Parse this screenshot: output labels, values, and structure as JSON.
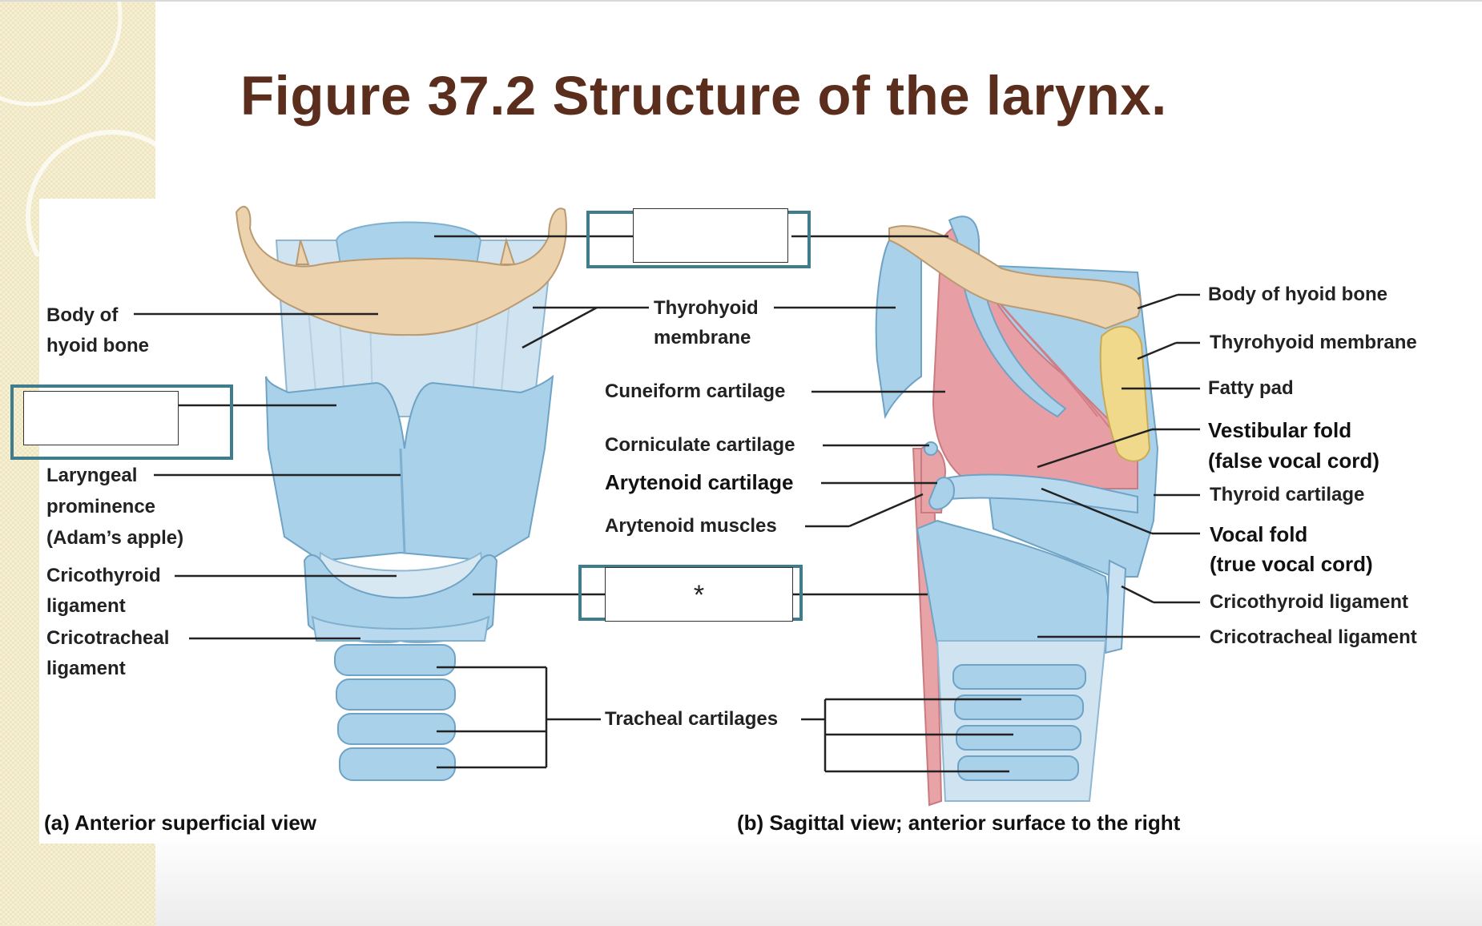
{
  "title": "Figure 37.2 Structure of the larynx.",
  "view_a": {
    "caption": "(a) Anterior superficial view",
    "labels": {
      "hyoid_line1": "Body of",
      "hyoid_line2": "hyoid bone",
      "laryngeal_line1": "Laryngeal",
      "laryngeal_line2": "prominence",
      "laryngeal_line3": "(Adam’s apple)",
      "cricothyroid_line1": "Cricothyroid",
      "cricothyroid_line2": "ligament",
      "cricotracheal_line1": "Cricotracheal",
      "cricotracheal_line2": "ligament"
    }
  },
  "center_labels": {
    "thyrohyoid_line1": "Thyrohyoid",
    "thyrohyoid_line2": "membrane",
    "cuneiform": "Cuneiform cartilage",
    "corniculate": "Corniculate cartilage",
    "arytenoid_cartilage": "Arytenoid cartilage",
    "arytenoid_muscles": "Arytenoid muscles",
    "tracheal": "Tracheal cartilages"
  },
  "blank_boxes": {
    "top_center": "",
    "left_thyroid": "",
    "middle_cricoid": "*"
  },
  "view_b": {
    "caption": "(b) Sagittal view; anterior surface to the right",
    "labels": {
      "body_hyoid": "Body of hyoid bone",
      "thyrohyoid": "Thyrohyoid membrane",
      "fatty_pad": "Fatty pad",
      "vestibular_line1": "Vestibular fold",
      "vestibular_line2": "(false vocal cord)",
      "thyroid_cartilage": "Thyroid cartilage",
      "vocal_line1": "Vocal fold",
      "vocal_line2": "(true vocal cord)",
      "cricothyroid": "Cricothyroid ligament",
      "cricotracheal": "Cricotracheal ligament"
    }
  },
  "colors": {
    "title": "#5a2d1c",
    "cartilage_blue": "#a9d1ea",
    "bone_tan": "#ecd3ad",
    "mucosa_pink": "#e7a3a6",
    "fat_yellow": "#f0d98a",
    "frame_teal": "#3f7d8c"
  }
}
